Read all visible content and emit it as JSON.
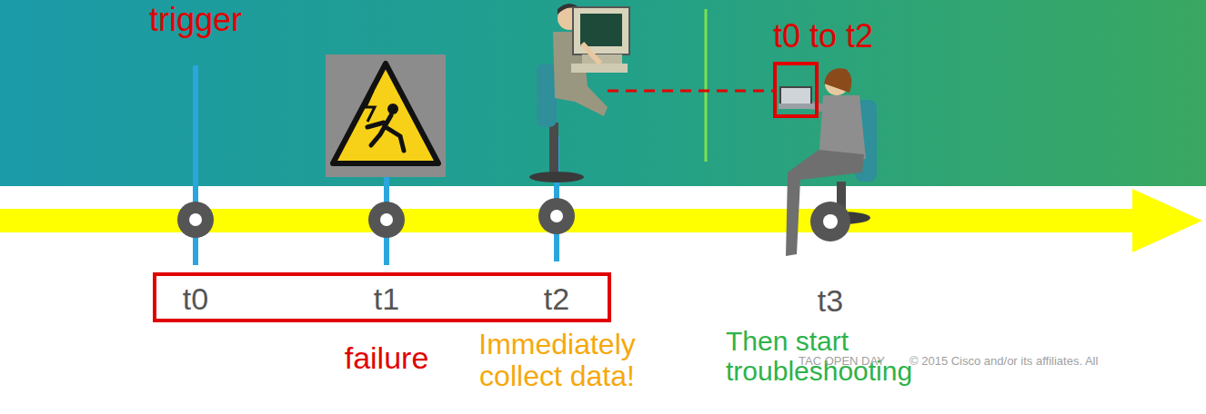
{
  "diagram": {
    "nodes": [
      {
        "text": [
          "t0",
          "t1",
          "t2"
        ]
      }
    ],
    "labels": [
      "trigger",
      "t0 to t2",
      "t3",
      "failure",
      "Immediately collect data!",
      "Then start troubleshooting",
      "TAC OPEN DAY",
      "© 2015 Cisco and/or its affiliates. All"
    ]
  }
}
